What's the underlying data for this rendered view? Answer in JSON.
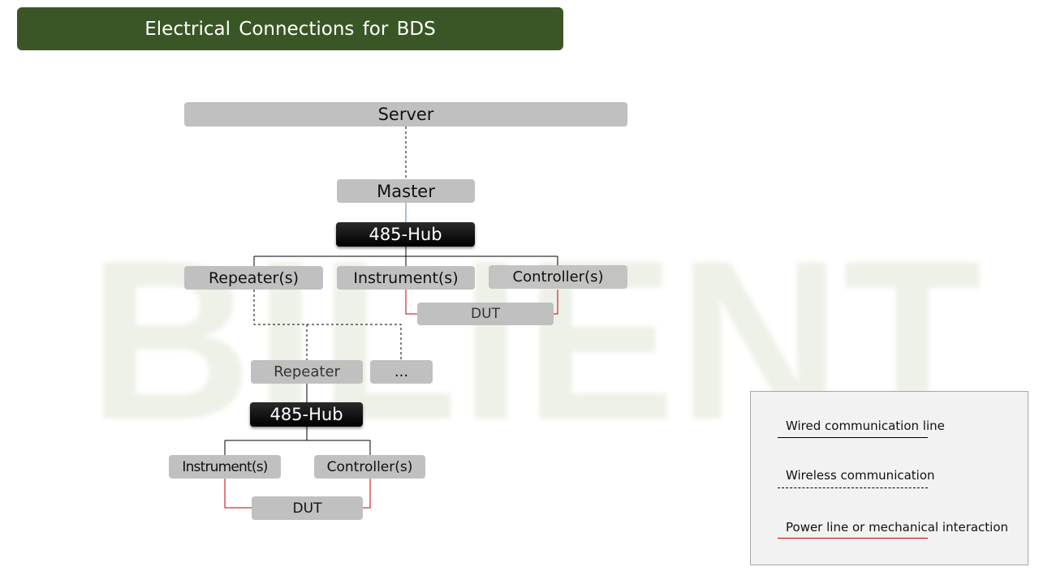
{
  "title": "Electrical Connections for BDS",
  "watermark": "BILIENT",
  "nodes": {
    "server": "Server",
    "master": "Master",
    "hub_top": "485-Hub",
    "repeaters": "Repeater(s)",
    "instruments_top": "Instrument(s)",
    "controllers_top": "Controller(s)",
    "dut_top": "DUT",
    "repeater": "Repeater",
    "ellipsis": "...",
    "hub_bottom": "485-Hub",
    "instruments_bottom": "Instrument(s)",
    "controllers_bottom": "Controller(s)",
    "dut_bottom": "DUT"
  },
  "legend": {
    "wired": "Wired communication line",
    "wireless": "Wireless communication",
    "power": "Power line or mechanical interaction"
  },
  "colors": {
    "title_bg": "#3a5626",
    "box": "#c0c0c0",
    "hub": "#000000",
    "wired": "#000000",
    "wireless": "#000000",
    "power": "#c00000",
    "master_link": "#4f81bd"
  }
}
